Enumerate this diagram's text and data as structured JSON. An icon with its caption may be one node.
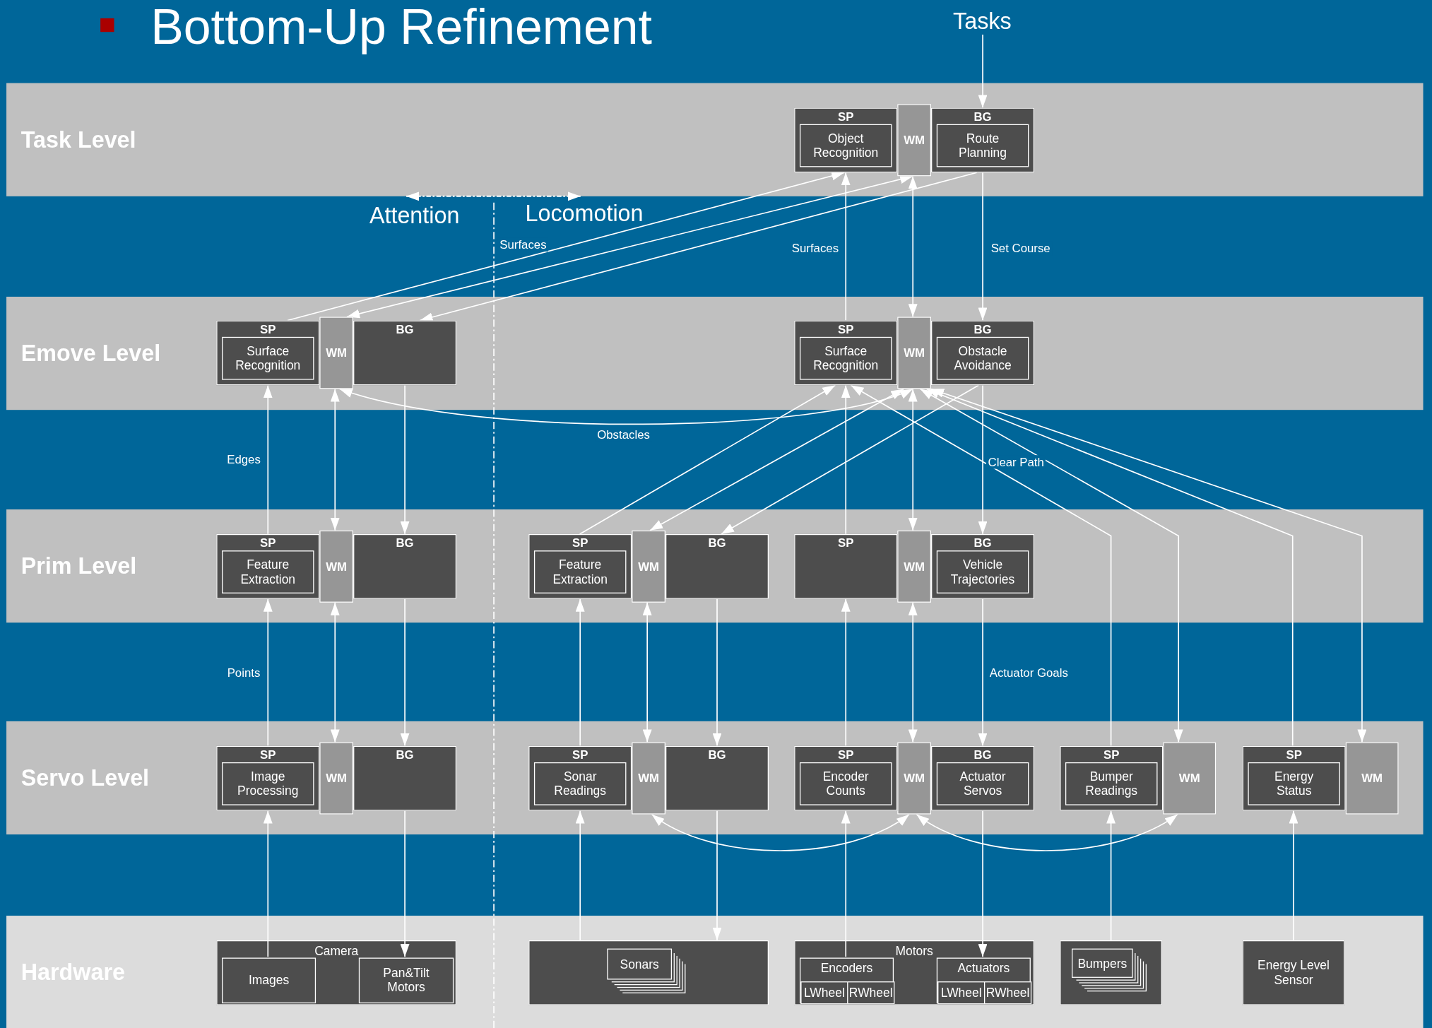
{
  "diagram": {
    "title": "Bottom-Up Refinement",
    "nodes": [
      {
        "text": [
          "Tasks"
        ]
      },
      {
        "text": [
          "Task Level"
        ]
      },
      {
        "text": [
          "SP",
          "Object Recognition"
        ],
        "in": 1
      },
      {
        "text": [
          "WM"
        ],
        "in": 1
      },
      {
        "text": [
          "BG",
          "Route Planning"
        ],
        "in": 1
      },
      {
        "text": [
          "Emove Level"
        ]
      },
      {
        "text": [
          "SP",
          "Surface Recognition"
        ],
        "in": 5
      },
      {
        "text": [
          "WM"
        ],
        "in": 5
      },
      {
        "text": [
          "BG"
        ],
        "in": 5
      },
      {
        "text": [
          "SP",
          "Surface Recognition"
        ],
        "in": 5
      },
      {
        "text": [
          "WM"
        ],
        "in": 5
      },
      {
        "text": [
          "BG",
          "Obstacle Avoidance"
        ],
        "in": 5
      },
      {
        "text": [
          "Prim Level"
        ]
      },
      {
        "text": [
          "SP",
          "Feature Extraction"
        ],
        "in": 12
      },
      {
        "text": [
          "WM"
        ],
        "in": 12
      },
      {
        "text": [
          "BG"
        ],
        "in": 12
      },
      {
        "text": [
          "SP",
          "Feature Extraction"
        ],
        "in": 12
      },
      {
        "text": [
          "WM"
        ],
        "in": 12
      },
      {
        "text": [
          "BG"
        ],
        "in": 12
      },
      {
        "text": [
          "SP"
        ],
        "in": 12
      },
      {
        "text": [
          "WM"
        ],
        "in": 12
      },
      {
        "text": [
          "BG",
          "Vehicle Trajectories"
        ],
        "in": 12
      },
      {
        "text": [
          "Servo Level"
        ]
      },
      {
        "text": [
          "SP",
          "Image Processing"
        ],
        "in": 22
      },
      {
        "text": [
          "WM"
        ],
        "in": 22
      },
      {
        "text": [
          "BG"
        ],
        "in": 22
      },
      {
        "text": [
          "SP",
          "Sonar Readings"
        ],
        "in": 22
      },
      {
        "text": [
          "WM"
        ],
        "in": 22
      },
      {
        "text": [
          "BG"
        ],
        "in": 22
      },
      {
        "text": [
          "SP",
          "Encoder Counts"
        ],
        "in": 22
      },
      {
        "text": [
          "WM"
        ],
        "in": 22
      },
      {
        "text": [
          "BG",
          "Actuator Servos"
        ],
        "in": 22
      },
      {
        "text": [
          "SP",
          "Bumper Readings"
        ],
        "in": 22
      },
      {
        "text": [
          "WM"
        ],
        "in": 22
      },
      {
        "text": [
          "SP",
          "Energy Status"
        ],
        "in": 22
      },
      {
        "text": [
          "WM"
        ],
        "in": 22
      },
      {
        "text": [
          "Hardware"
        ]
      },
      {
        "text": [
          "Camera"
        ],
        "in": 36
      },
      {
        "text": [
          "Images"
        ],
        "in": 37
      },
      {
        "text": [
          "Pan&Tilt Motors"
        ],
        "in": 37
      },
      {
        "text": [],
        "shape": "box",
        "in": 36
      },
      {
        "text": [
          "Sonars"
        ],
        "in": 40
      },
      {
        "text": [
          "Motors"
        ],
        "in": 36
      },
      {
        "text": [
          "Encoders"
        ],
        "in": 42
      },
      {
        "text": [
          "LWheel"
        ],
        "in": 43
      },
      {
        "text": [
          "RWheel"
        ],
        "in": 43
      },
      {
        "text": [
          "Actuators"
        ],
        "in": 42
      },
      {
        "text": [
          "LWheel"
        ],
        "in": 46
      },
      {
        "text": [
          "RWheel"
        ],
        "in": 46
      },
      {
        "text": [],
        "shape": "box",
        "in": 36
      },
      {
        "text": [
          "Bumpers"
        ],
        "in": 49
      },
      {
        "text": [
          "Energy Level Sensor"
        ],
        "in": 36
      }
    ],
    "edges": [
      {
        "from": 0,
        "to": 4,
        "arrow": "to"
      },
      {
        "from": 6,
        "to": 2,
        "arrow": "to",
        "label": "Surfaces"
      },
      {
        "from": 3,
        "to": 7,
        "arrow": "both"
      },
      {
        "from": 4,
        "to": 8,
        "arrow": "to"
      },
      {
        "from": 9,
        "to": 2,
        "arrow": "to",
        "label": "Surfaces"
      },
      {
        "from": 10,
        "to": 3,
        "arrow": "both"
      },
      {
        "from": 4,
        "to": 11,
        "arrow": "to",
        "label": "Set Course"
      },
      {
        "from": 13,
        "to": 6,
        "arrow": "to",
        "label": "Edges"
      },
      {
        "from": 14,
        "to": 7,
        "arrow": "both"
      },
      {
        "from": 8,
        "to": 15,
        "arrow": "to"
      },
      {
        "from": 10,
        "to": 7,
        "arrow": "both",
        "label": "Obstacles"
      },
      {
        "from": 16,
        "to": 9,
        "arrow": "to"
      },
      {
        "from": 10,
        "to": 17,
        "arrow": "both"
      },
      {
        "from": 11,
        "to": 18,
        "arrow": "to"
      },
      {
        "from": 19,
        "to": 9,
        "arrow": "to"
      },
      {
        "from": 20,
        "to": 10,
        "arrow": "both"
      },
      {
        "from": 11,
        "to": 21,
        "arrow": "to",
        "label": "Clear Path"
      },
      {
        "from": 32,
        "to": 9,
        "arrow": "to"
      },
      {
        "from": 10,
        "to": 33,
        "arrow": "both"
      },
      {
        "from": 34,
        "to": 10,
        "arrow": "to"
      },
      {
        "from": 10,
        "to": 35,
        "arrow": "both"
      },
      {
        "from": 23,
        "to": 13,
        "arrow": "to",
        "label": "Points"
      },
      {
        "from": 24,
        "to": 14,
        "arrow": "both"
      },
      {
        "from": 15,
        "to": 25,
        "arrow": "to"
      },
      {
        "from": 26,
        "to": 16,
        "arrow": "to"
      },
      {
        "from": 27,
        "to": 17,
        "arrow": "both"
      },
      {
        "from": 18,
        "to": 28,
        "arrow": "to"
      },
      {
        "from": 29,
        "to": 19,
        "arrow": "to"
      },
      {
        "from": 30,
        "to": 20,
        "arrow": "both"
      },
      {
        "from": 21,
        "to": 31,
        "arrow": "to",
        "label": "Actuator Goals"
      },
      {
        "from": 27,
        "to": 30,
        "arrow": "both"
      },
      {
        "from": 30,
        "to": 33,
        "arrow": "both"
      },
      {
        "from": 38,
        "to": 23,
        "arrow": "to"
      },
      {
        "from": 25,
        "to": 39,
        "arrow": "to"
      },
      {
        "from": 40,
        "to": 26,
        "arrow": "to"
      },
      {
        "from": 28,
        "to": 40,
        "arrow": "to"
      },
      {
        "from": 43,
        "to": 29,
        "arrow": "to"
      },
      {
        "from": 31,
        "to": 46,
        "arrow": "to"
      },
      {
        "from": 49,
        "to": 32,
        "arrow": "to"
      },
      {
        "from": 51,
        "to": 34,
        "arrow": "to"
      }
    ],
    "labels": [
      "Attention",
      "Locomotion"
    ]
  }
}
